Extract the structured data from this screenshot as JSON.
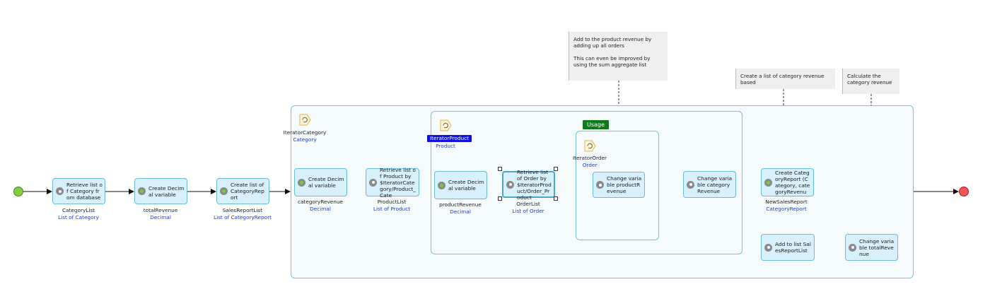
{
  "start_event": {
    "color": "#88cc44"
  },
  "end_event": {
    "color": "#ee5555"
  },
  "activities": [
    {
      "id": "retrieve-category",
      "label": "Retrieve list of Category from database",
      "icon": "retrieve-icon",
      "output_name": "CategoryList",
      "output_type": "List of Category"
    },
    {
      "id": "create-total-revenue",
      "label": "Create Decimal variable",
      "icon": "create-variable-icon",
      "output_name": "totalRevenue",
      "output_type": "Decimal"
    },
    {
      "id": "create-sales-report-list",
      "label": "Create list of CategoryReport",
      "icon": "create-list-icon",
      "output_name": "SalesReportList",
      "output_type": "List of CategoryReport"
    },
    {
      "id": "create-category-revenue",
      "label": "Create Decimal variable",
      "icon": "create-variable-icon",
      "output_name": "categoryRevenue",
      "output_type": "Decimal"
    },
    {
      "id": "retrieve-product",
      "label": "Retrieve list of Product by $IteratorCategory/Product_Cate",
      "icon": "retrieve-icon",
      "output_name": "ProductList",
      "output_type": "List of Product"
    },
    {
      "id": "create-product-revenue",
      "label": "Create Decimal variable",
      "icon": "create-variable-icon",
      "output_name": "productRevenue",
      "output_type": "Decimal"
    },
    {
      "id": "retrieve-order",
      "label": "Retrieve list of Order by $IteratorProduct/Order_Product",
      "icon": "retrieve-icon",
      "output_name": "OrderList",
      "output_type": "List of Order"
    },
    {
      "id": "change-product-revenue",
      "label": "Change variable productRevenue",
      "icon": "change-variable-icon",
      "output_name": "",
      "output_type": ""
    },
    {
      "id": "change-category-revenue",
      "label": "Change variable categoryRevenue",
      "icon": "change-variable-icon",
      "output_name": "",
      "output_type": ""
    },
    {
      "id": "create-category-report",
      "label": "Create CategoryReport (Category, categoryRevenu",
      "icon": "create-object-icon",
      "output_name": "NewSalesReport",
      "output_type": "CategoryReport"
    },
    {
      "id": "add-to-list",
      "label": "Add to list SalesReportList",
      "icon": "change-list-icon",
      "output_name": "",
      "output_type": ""
    },
    {
      "id": "change-total-revenue",
      "label": "Change variable totalRevenue",
      "icon": "change-variable-icon",
      "output_name": "",
      "output_type": ""
    }
  ],
  "loops": [
    {
      "id": "loop-category",
      "iterator_name": "IteratorCategory",
      "iterator_type": "Category"
    },
    {
      "id": "loop-product",
      "iterator_name": "IteratorProduct",
      "iterator_type": "Product"
    },
    {
      "id": "loop-order",
      "iterator_name": "IteratorOrder",
      "iterator_type": "Order",
      "caption": "Usage"
    }
  ],
  "annotations": [
    {
      "id": "note-product-revenue",
      "text": "Add to the product revenue by adding up all orders\n\nThis can even be improved by using the sum aggregate list"
    },
    {
      "id": "note-category-list",
      "text": "Create a list of category revenue based"
    },
    {
      "id": "note-category-revenue",
      "text": "Calculate the category revenue"
    }
  ]
}
